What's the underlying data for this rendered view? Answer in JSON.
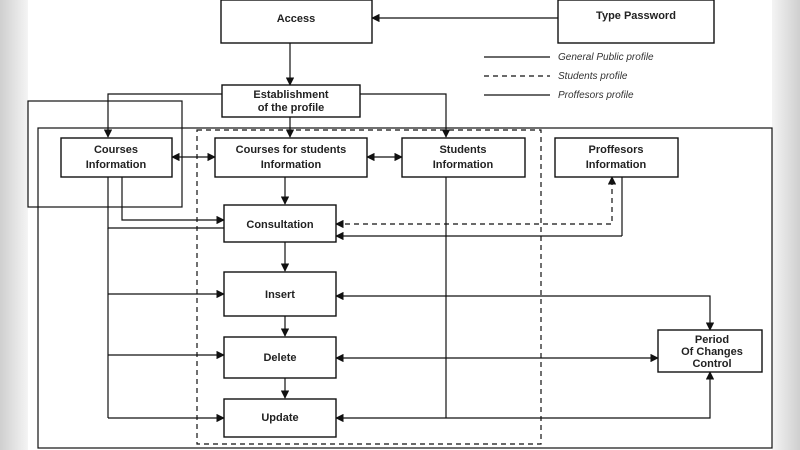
{
  "nodes": {
    "access": "Access",
    "type_password": "Type Password",
    "establishment_line1": "Establishment",
    "establishment_line2": "of the profile",
    "courses_info_line1": "Courses",
    "courses_info_line2": "Information",
    "courses_students_line1": "Courses for students",
    "courses_students_line2": "Information",
    "students_info_line1": "Students",
    "students_info_line2": "Information",
    "proffesors_info_line1": "Proffesors",
    "proffesors_info_line2": "Information",
    "consultation": "Consultation",
    "insert": "Insert",
    "delete": "Delete",
    "update": "Update",
    "period_line1": "Period",
    "period_line2": "Of Changes",
    "period_line3": "Control"
  },
  "legend": {
    "general_public": "General Public profile",
    "students": "Students profile",
    "proffesors": "Proffesors profile"
  }
}
